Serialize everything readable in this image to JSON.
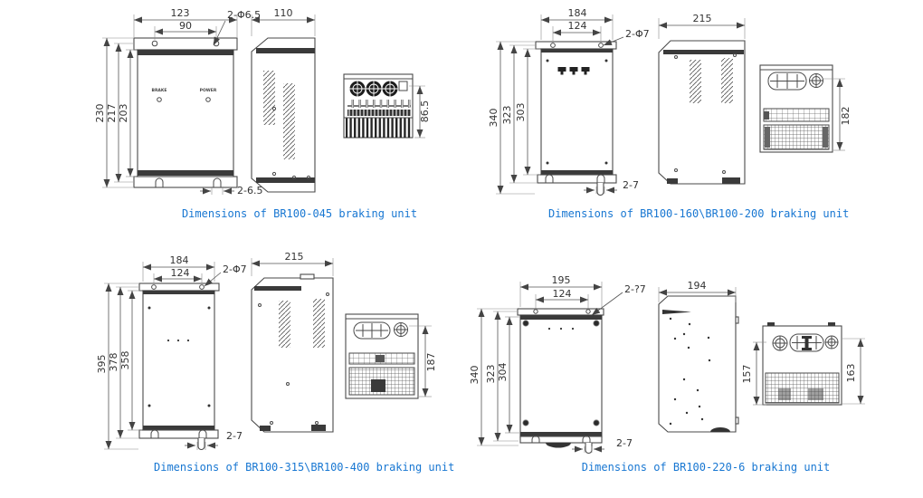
{
  "colors": {
    "caption": "#1877d2",
    "line": "#4a4a4a",
    "dim_text": "#333333"
  },
  "units": [
    {
      "id": "br100-045",
      "caption": "Dimensions of BR100-045 braking unit",
      "front": {
        "width_overall": "123",
        "width_holes": "90",
        "height_overall": "230",
        "height_mid": "217",
        "height_body": "203",
        "top_holes": "2-Φ6.5",
        "bottom_slots": "2-6.5",
        "led_labels": [
          "BRAKE",
          "POWER"
        ]
      },
      "side": {
        "depth": "110"
      },
      "top": {
        "height": "86.5"
      }
    },
    {
      "id": "br100-160-200",
      "caption": "Dimensions of BR100-160\\BR100-200 braking unit",
      "front": {
        "width_overall": "184",
        "width_holes": "124",
        "height_overall": "340",
        "height_mid": "323",
        "height_body": "303",
        "top_holes": "2-Φ7",
        "bottom_hook": "2-7"
      },
      "side": {
        "depth": "215"
      },
      "top": {
        "height": "182"
      }
    },
    {
      "id": "br100-315-400",
      "caption": "Dimensions of BR100-315\\BR100-400 braking unit",
      "front": {
        "width_overall": "184",
        "width_holes": "124",
        "height_overall": "395",
        "height_mid": "378",
        "height_body": "358",
        "top_holes": "2-Φ7",
        "bottom_hook": "2-7"
      },
      "side": {
        "depth": "215"
      },
      "top": {
        "height": "187"
      }
    },
    {
      "id": "br100-220-6",
      "caption": "Dimensions of BR100-220-6 braking unit",
      "front": {
        "width_overall": "195",
        "width_holes": "124",
        "height_overall": "340",
        "height_mid": "323",
        "height_body": "304",
        "top_holes": "2-?7",
        "bottom_hook": "2-7"
      },
      "side": {
        "depth": "194"
      },
      "top": {
        "height_grille": "157",
        "height_overall": "163"
      }
    }
  ]
}
